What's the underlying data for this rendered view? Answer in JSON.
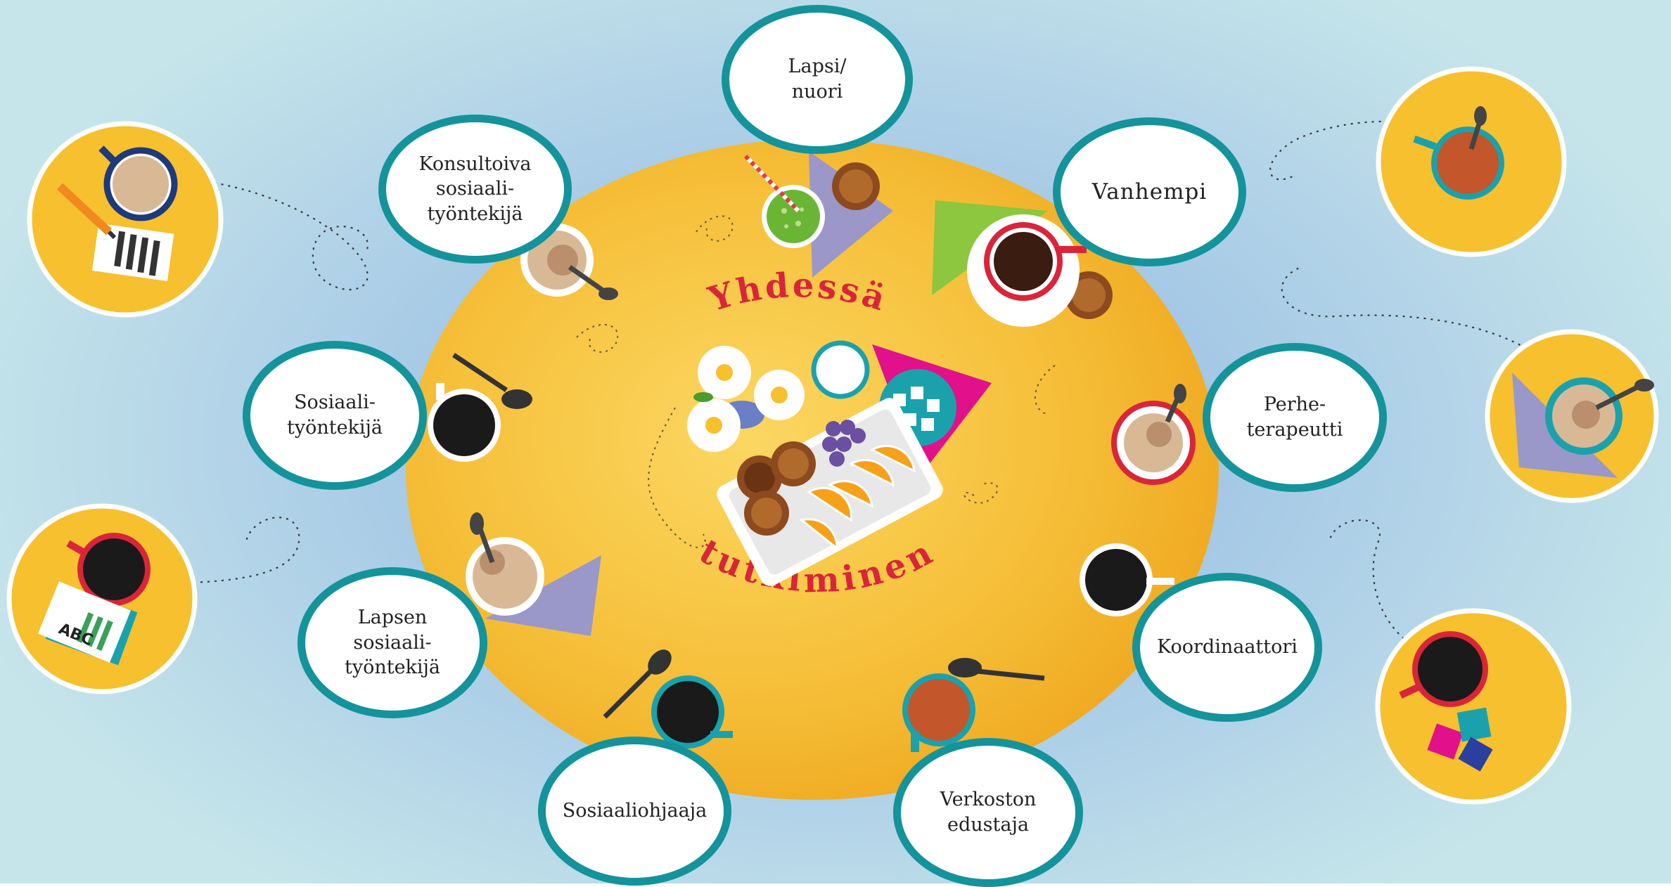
{
  "title_top": "Yhdessä",
  "title_bottom": "tutkiminen",
  "seats": [
    {
      "id": "lapsi",
      "label": "Lapsi/\nnuori"
    },
    {
      "id": "vanhempi",
      "label": "Vanhempi"
    },
    {
      "id": "perheterapeutti",
      "label": "Perhe-\nterapeutti"
    },
    {
      "id": "koordinaattori",
      "label": "Koordinaattori"
    },
    {
      "id": "verkosto",
      "label": "Verkoston\nedustaja"
    },
    {
      "id": "sosiaaliohjaaja",
      "label": "Sosiaaliohjaaja"
    },
    {
      "id": "lapsen-sosiaalityontekija",
      "label": "Lapsen\nsosiaali-\ntyöntekijä"
    },
    {
      "id": "sosiaalityontekija",
      "label": "Sosiaali-\ntyöntekijä"
    },
    {
      "id": "konsultoiva",
      "label": "Konsultoiva\nsosiaali-\ntyöntekijä"
    }
  ],
  "side_icons": {
    "notes_text": "ABC"
  },
  "colors": {
    "table": "#f5bb2e",
    "seat_border": "#14939b",
    "title_red": "#d9253a"
  }
}
